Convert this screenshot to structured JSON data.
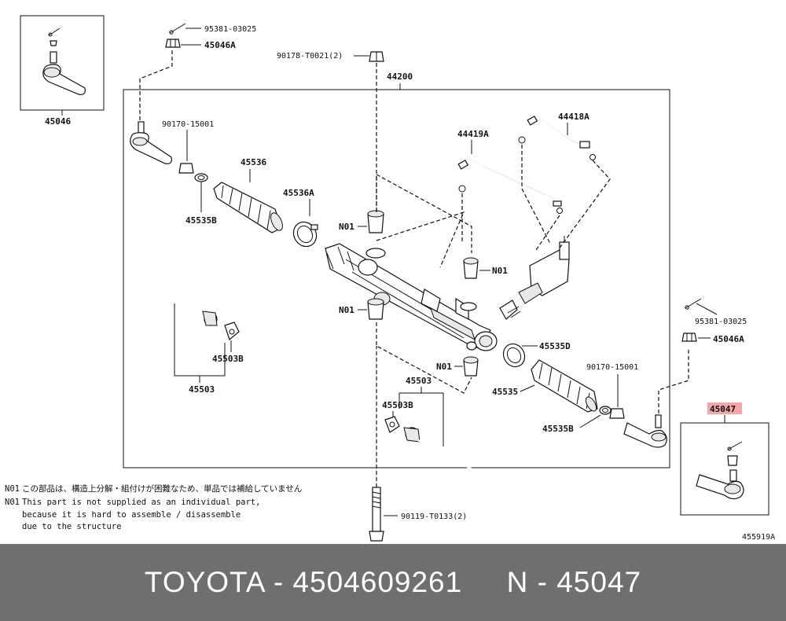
{
  "diagram": {
    "figure_code": "455919A",
    "assembly": "44200",
    "highlight_color": "#f4a7a7",
    "labels": {
      "l45046_box": "45046",
      "l95381_top": "95381-03025",
      "l45046A_top": "45046A",
      "l90178": "90178-T0021(2)",
      "l44200": "44200",
      "l90170_left": "90170-15001",
      "l45536": "45536",
      "l45536A": "45536A",
      "l45535B_left": "45535B",
      "l44419A": "44419A",
      "l44418A": "44418A",
      "lN01_a": "N01",
      "lN01_b": "N01",
      "lN01_c": "N01",
      "lN01_d": "N01",
      "l45503B_left": "45503B",
      "l45503_left": "45503",
      "l45535D": "45535D",
      "l90170_right": "90170-15001",
      "l45535": "45535",
      "l45503_right": "45503",
      "l45503B_right": "45503B",
      "l45535B_right": "45535B",
      "l95381_right": "95381-03025",
      "l45046A_right": "45046A",
      "l45047": "45047",
      "l90119": "90119-T0133(2)"
    },
    "notes": {
      "jp_code": "N01",
      "jp_text": "この部品は、構造上分解・組付けが困難なため、単品では補給していません",
      "en_code": "N01",
      "en_line1": "This part is not supplied as an individual part,",
      "en_line2": "because it is hard to assemble / disassemble",
      "en_line3": "due to the structure"
    }
  },
  "footer": {
    "text": "TOYOTA - 4504609261     N - 45047"
  }
}
